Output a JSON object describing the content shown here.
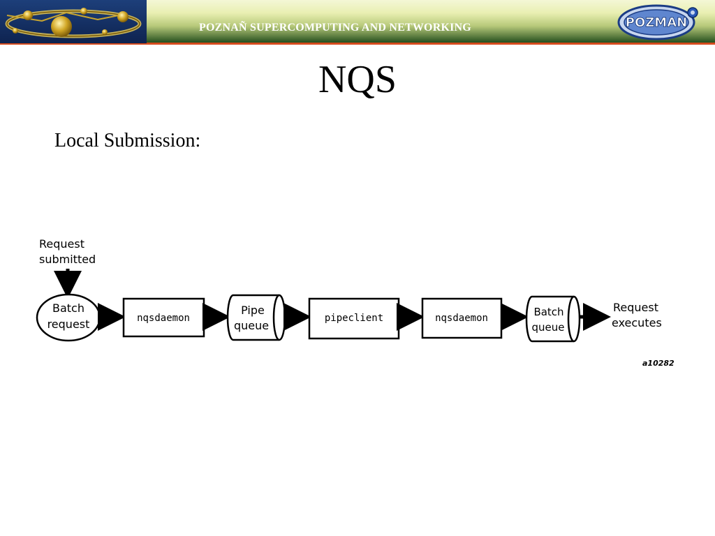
{
  "header": {
    "banner_title": "POZNAÑ  SUPERCOMPUTING AND NETWORKING",
    "logo_text": "POZMAN"
  },
  "slide": {
    "title": "NQS",
    "subtitle": "Local Submission:"
  },
  "diagram": {
    "start_label_line1": "Request",
    "start_label_line2": "submitted",
    "nodes": [
      {
        "id": "batch-request",
        "shape": "ellipse",
        "line1": "Batch",
        "line2": "request"
      },
      {
        "id": "nqsdaemon-1",
        "shape": "box",
        "line1": "nqsdaemon"
      },
      {
        "id": "pipe-queue",
        "shape": "cylinder",
        "line1": "Pipe",
        "line2": "queue"
      },
      {
        "id": "pipeclient",
        "shape": "box",
        "line1": "pipeclient"
      },
      {
        "id": "nqsdaemon-2",
        "shape": "box",
        "line1": "nqsdaemon"
      },
      {
        "id": "batch-queue",
        "shape": "cylinder",
        "line1": "Batch",
        "line2": "queue"
      }
    ],
    "end_label_line1": "Request",
    "end_label_line2": "executes",
    "figure_id": "a10282"
  }
}
